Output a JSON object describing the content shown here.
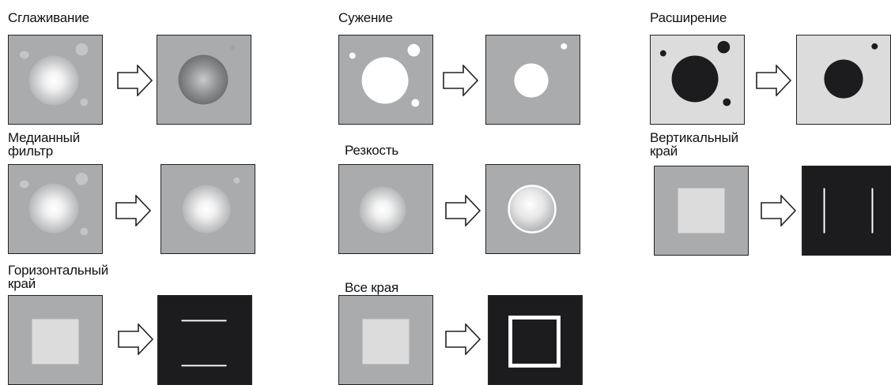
{
  "colors": {
    "gray": "#a9abad",
    "light": "#dcdcdd",
    "black": "#1c1c1e",
    "white": "#ffffff",
    "border": "#222222"
  },
  "operations": [
    {
      "id": "smoothing",
      "label": [
        "Сглаживание"
      ]
    },
    {
      "id": "erosion",
      "label": [
        "Сужение"
      ]
    },
    {
      "id": "dilation",
      "label": [
        "Расширение"
      ]
    },
    {
      "id": "median",
      "label": [
        "Медианный",
        "фильтр"
      ]
    },
    {
      "id": "sharpen",
      "label": [
        "Резкость"
      ]
    },
    {
      "id": "vertical-edge",
      "label": [
        "Вертикальный",
        "край"
      ]
    },
    {
      "id": "horizontal-edge",
      "label": [
        "Горизонтальный",
        "край"
      ]
    },
    {
      "id": "all-edges",
      "label": [
        "Все края"
      ]
    }
  ],
  "arrow_icon": "right-arrow-icon"
}
